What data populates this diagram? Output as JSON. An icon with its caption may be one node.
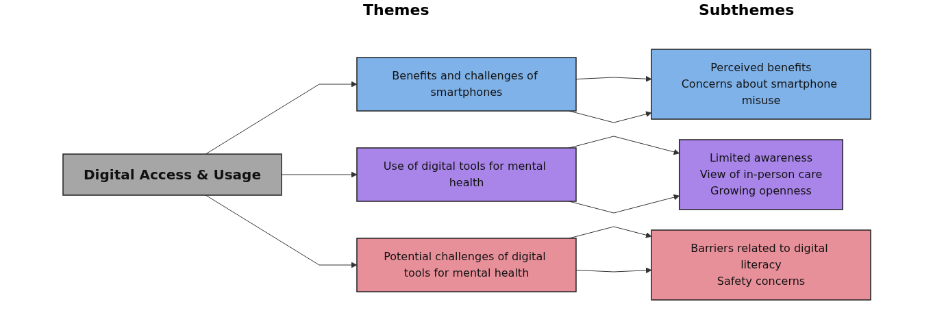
{
  "diagram": {
    "nodes": [
      {
        "text": [
          "Digital Access & Usage"
        ]
      },
      {
        "text": [
          "Benefits and challenges of smartphones"
        ]
      },
      {
        "text": [
          "Use of digital tools for mental health"
        ]
      },
      {
        "text": [
          "Potential challenges of digital tools for mental health"
        ]
      },
      {
        "text": [
          "Perceived benefits",
          "Concerns about smartphone misuse"
        ]
      },
      {
        "text": [
          "Limited awareness",
          "View of in-person care",
          "Growing openness"
        ]
      },
      {
        "text": [
          "Barriers related to digital literacy",
          "Safety concerns"
        ]
      }
    ],
    "edges": [
      {
        "from": 0,
        "to": 1,
        "arrow": "to"
      },
      {
        "from": 0,
        "to": 2,
        "arrow": "to"
      },
      {
        "from": 0,
        "to": 3,
        "arrow": "to"
      },
      {
        "from": 1,
        "to": 4,
        "arrow": "to"
      },
      {
        "from": 1,
        "to": 4,
        "arrow": "to"
      },
      {
        "from": 2,
        "to": 5,
        "arrow": "to"
      },
      {
        "from": 2,
        "to": 5,
        "arrow": "to"
      },
      {
        "from": 3,
        "to": 6,
        "arrow": "to"
      },
      {
        "from": 3,
        "to": 6,
        "arrow": "to"
      }
    ],
    "labels": [
      "Themes",
      "Subthemes"
    ]
  }
}
